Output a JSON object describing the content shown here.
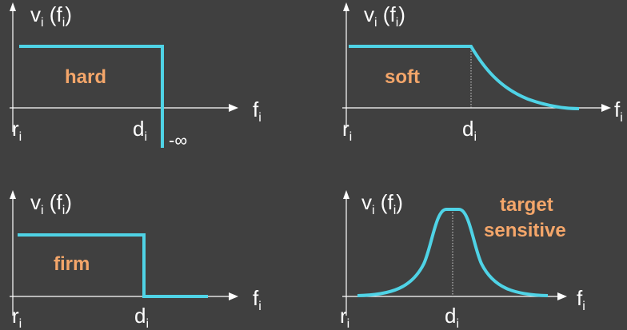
{
  "colors": {
    "background": "#404040",
    "curve": "#4fd3e6",
    "label": "#f4a66a",
    "axis": "#ffffff"
  },
  "notation": {
    "y_main": "v",
    "y_sub": "i",
    "y_open": " (",
    "y_arg_main": "f",
    "y_arg_sub": "i",
    "y_close": ")",
    "x_main": "f",
    "x_sub": "i",
    "release_main": "r",
    "release_sub": "i",
    "deadline_main": "d",
    "deadline_sub": "i"
  },
  "panels": [
    {
      "id": "hard",
      "label": "hard",
      "extra": "-∞"
    },
    {
      "id": "soft",
      "label": "soft"
    },
    {
      "id": "firm",
      "label": "firm"
    },
    {
      "id": "target",
      "label_line1": "target",
      "label_line2": "sensitive"
    }
  ]
}
